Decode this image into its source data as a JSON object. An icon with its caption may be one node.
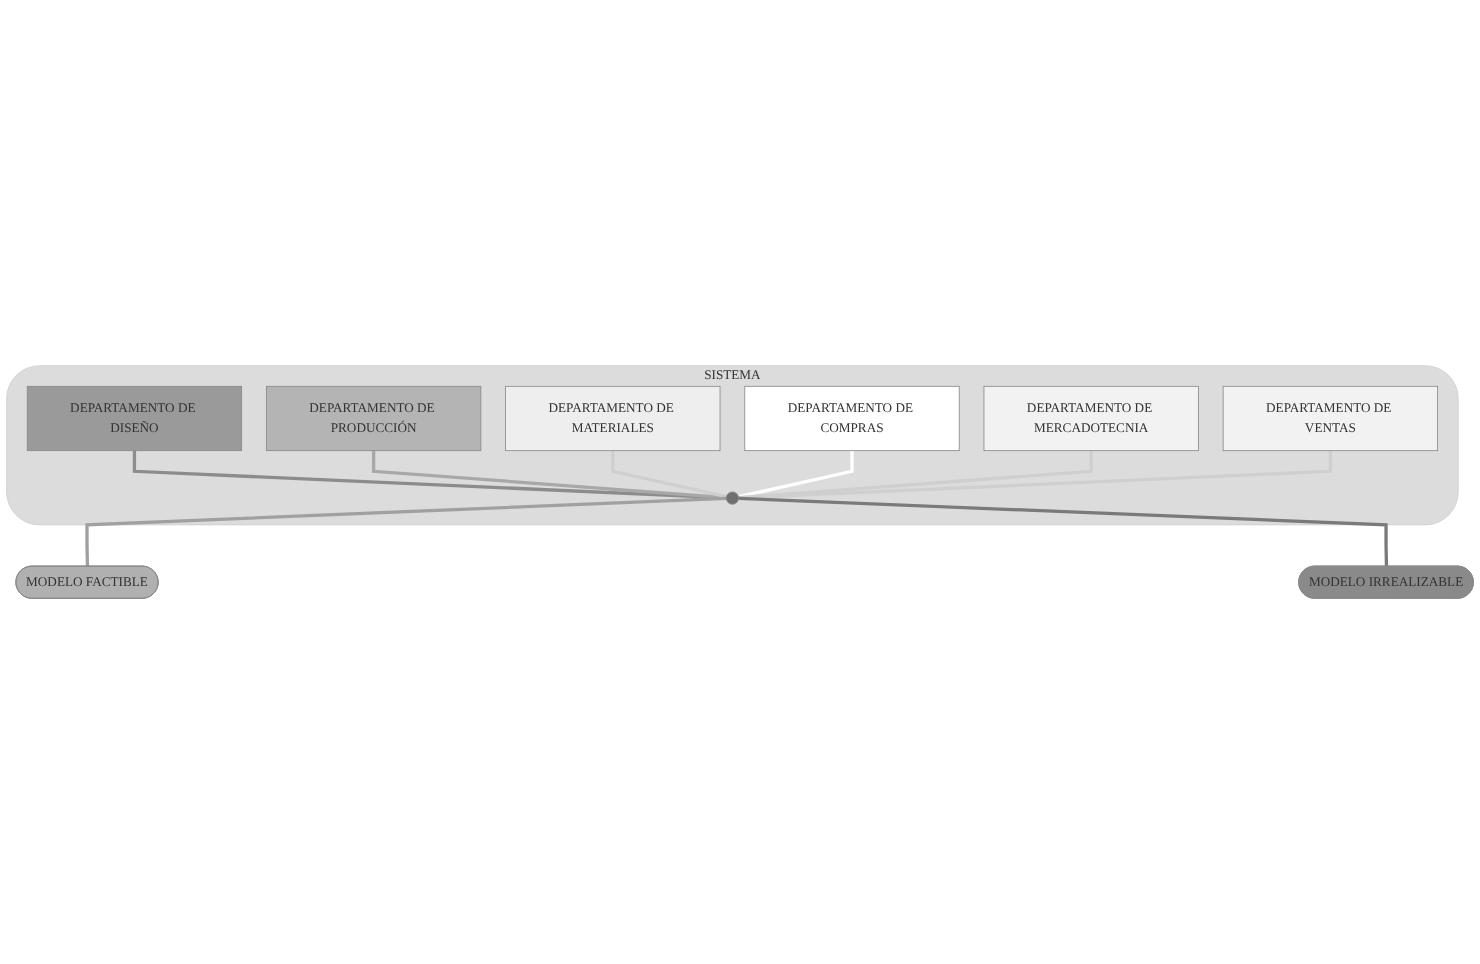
{
  "diagram": {
    "nodes": [
      {
        "text": [
          "SISTEMA"
        ]
      },
      {
        "text": [
          "DEPARTAMENTO DE DISEÑO"
        ],
        "in": 0
      },
      {
        "text": [
          "DEPARTAMENTO DE PRODUCCIÓN"
        ],
        "in": 0
      },
      {
        "text": [
          "DEPARTAMENTO DE MATERIALES"
        ],
        "in": 0
      },
      {
        "text": [
          "DEPARTAMENTO DE COMPRAS"
        ],
        "in": 0
      },
      {
        "text": [
          "DEPARTAMENTO DE MERCADOTECNIA"
        ],
        "in": 0
      },
      {
        "text": [
          "DEPARTAMENTO DE VENTAS"
        ],
        "in": 0
      },
      {
        "text": [],
        "shape": "circle",
        "in": 0
      },
      {
        "text": [
          "MODELO FACTIBLE"
        ]
      },
      {
        "text": [
          "MODELO IRREALIZABLE"
        ]
      }
    ],
    "edges": [
      {
        "from": 1,
        "to": 7,
        "arrow": "none",
        "color": "#8c8c8c"
      },
      {
        "from": 2,
        "to": 7,
        "arrow": "none",
        "color": "#a8a8a8"
      },
      {
        "from": 3,
        "to": 7,
        "arrow": "none",
        "color": "#cfcfcf"
      },
      {
        "from": 4,
        "to": 7,
        "arrow": "none",
        "color": "#ffffff"
      },
      {
        "from": 5,
        "to": 7,
        "arrow": "none",
        "color": "#cfcfcf"
      },
      {
        "from": 6,
        "to": 7,
        "arrow": "none",
        "color": "#cfcfcf"
      },
      {
        "from": 7,
        "to": 8,
        "arrow": "none",
        "color": "#a0a0a0"
      },
      {
        "from": 7,
        "to": 9,
        "arrow": "none",
        "color": "#7a7a7a"
      }
    ]
  }
}
